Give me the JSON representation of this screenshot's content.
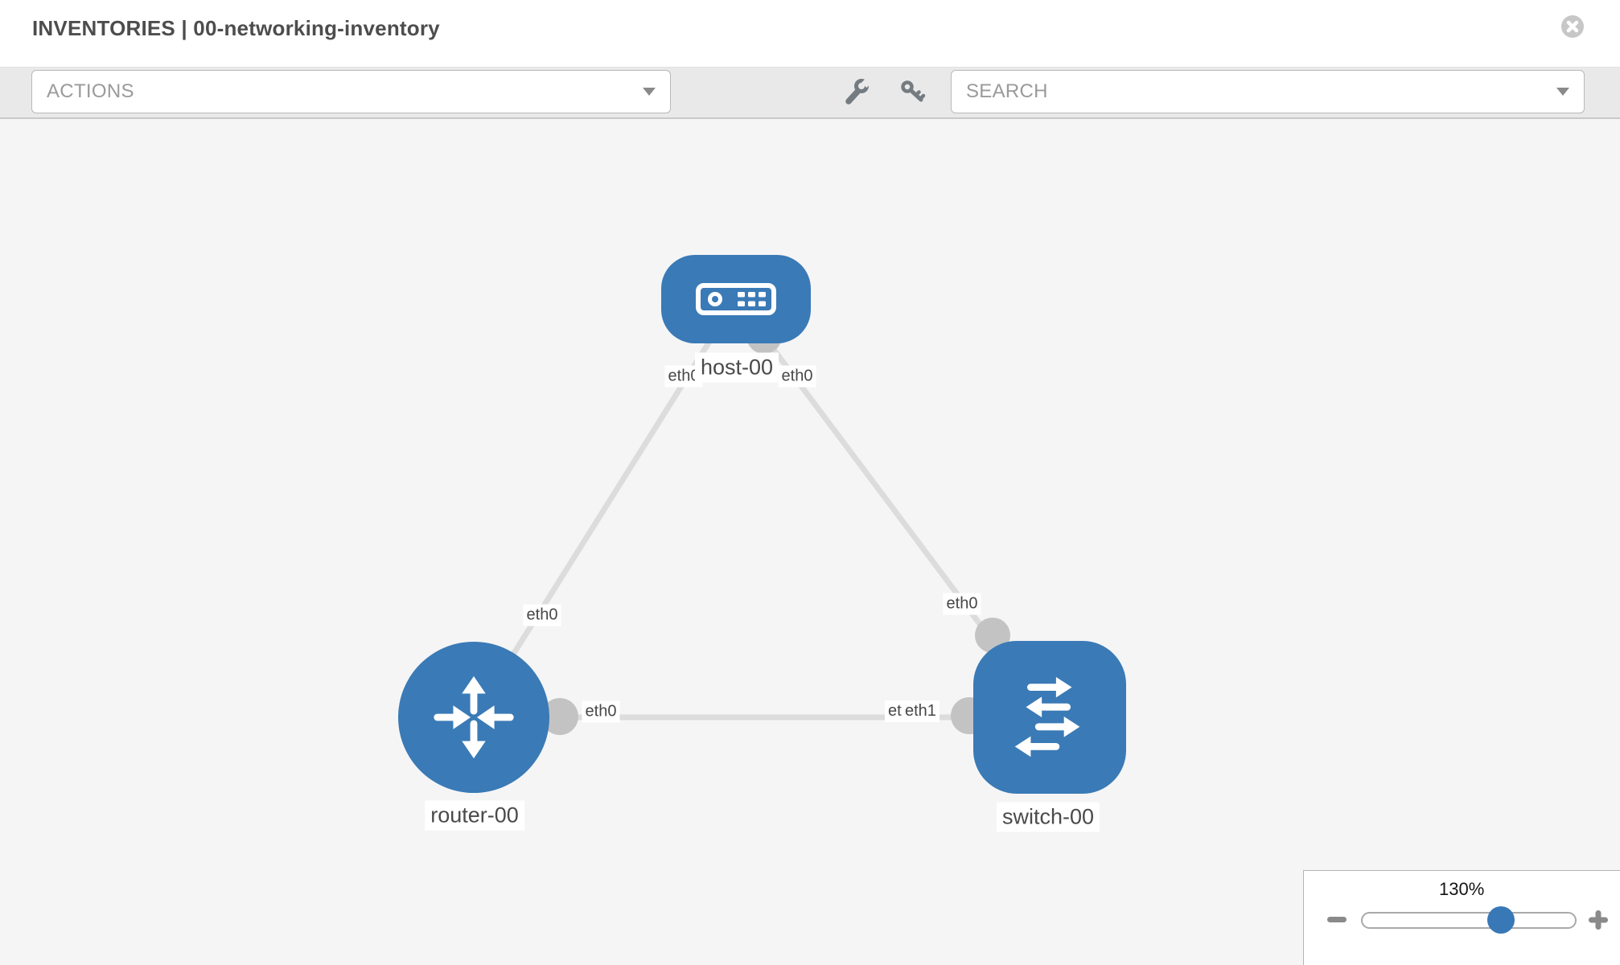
{
  "header": {
    "title": "INVENTORIES | 00-networking-inventory"
  },
  "toolbar": {
    "actions_label": "ACTIONS",
    "search_label": "SEARCH"
  },
  "topology": {
    "nodes": [
      {
        "id": "host-00",
        "type": "host",
        "label": "host-00"
      },
      {
        "id": "router-00",
        "type": "router",
        "label": "router-00"
      },
      {
        "id": "switch-00",
        "type": "switch",
        "label": "switch-00"
      }
    ],
    "links": [
      {
        "from": "router-00",
        "to": "host-00",
        "from_iface": "eth0",
        "to_iface": "eth0"
      },
      {
        "from": "switch-00",
        "to": "host-00",
        "from_iface": "eth0",
        "to_iface": "eth0"
      },
      {
        "from": "router-00",
        "to": "switch-00",
        "from_iface": "eth0",
        "to_iface": "eth1"
      }
    ],
    "iface_labels": {
      "host_left": "eth0",
      "host_right": "eth0",
      "router_top": "eth0",
      "switch_top": "eth0",
      "router_right": "eth0",
      "switch_left_under": "eth0",
      "switch_left_over": "eth1"
    }
  },
  "zoom_control": {
    "value": "130%"
  },
  "colors": {
    "node_blue": "#3a7ab6",
    "link_gray": "#dcdcdc",
    "port_gray": "#c3c3c3",
    "slider_handle_blue": "#3878b6",
    "toolbar_gray": "#e9e9ea",
    "canvas_gray": "#f5f5f6"
  }
}
